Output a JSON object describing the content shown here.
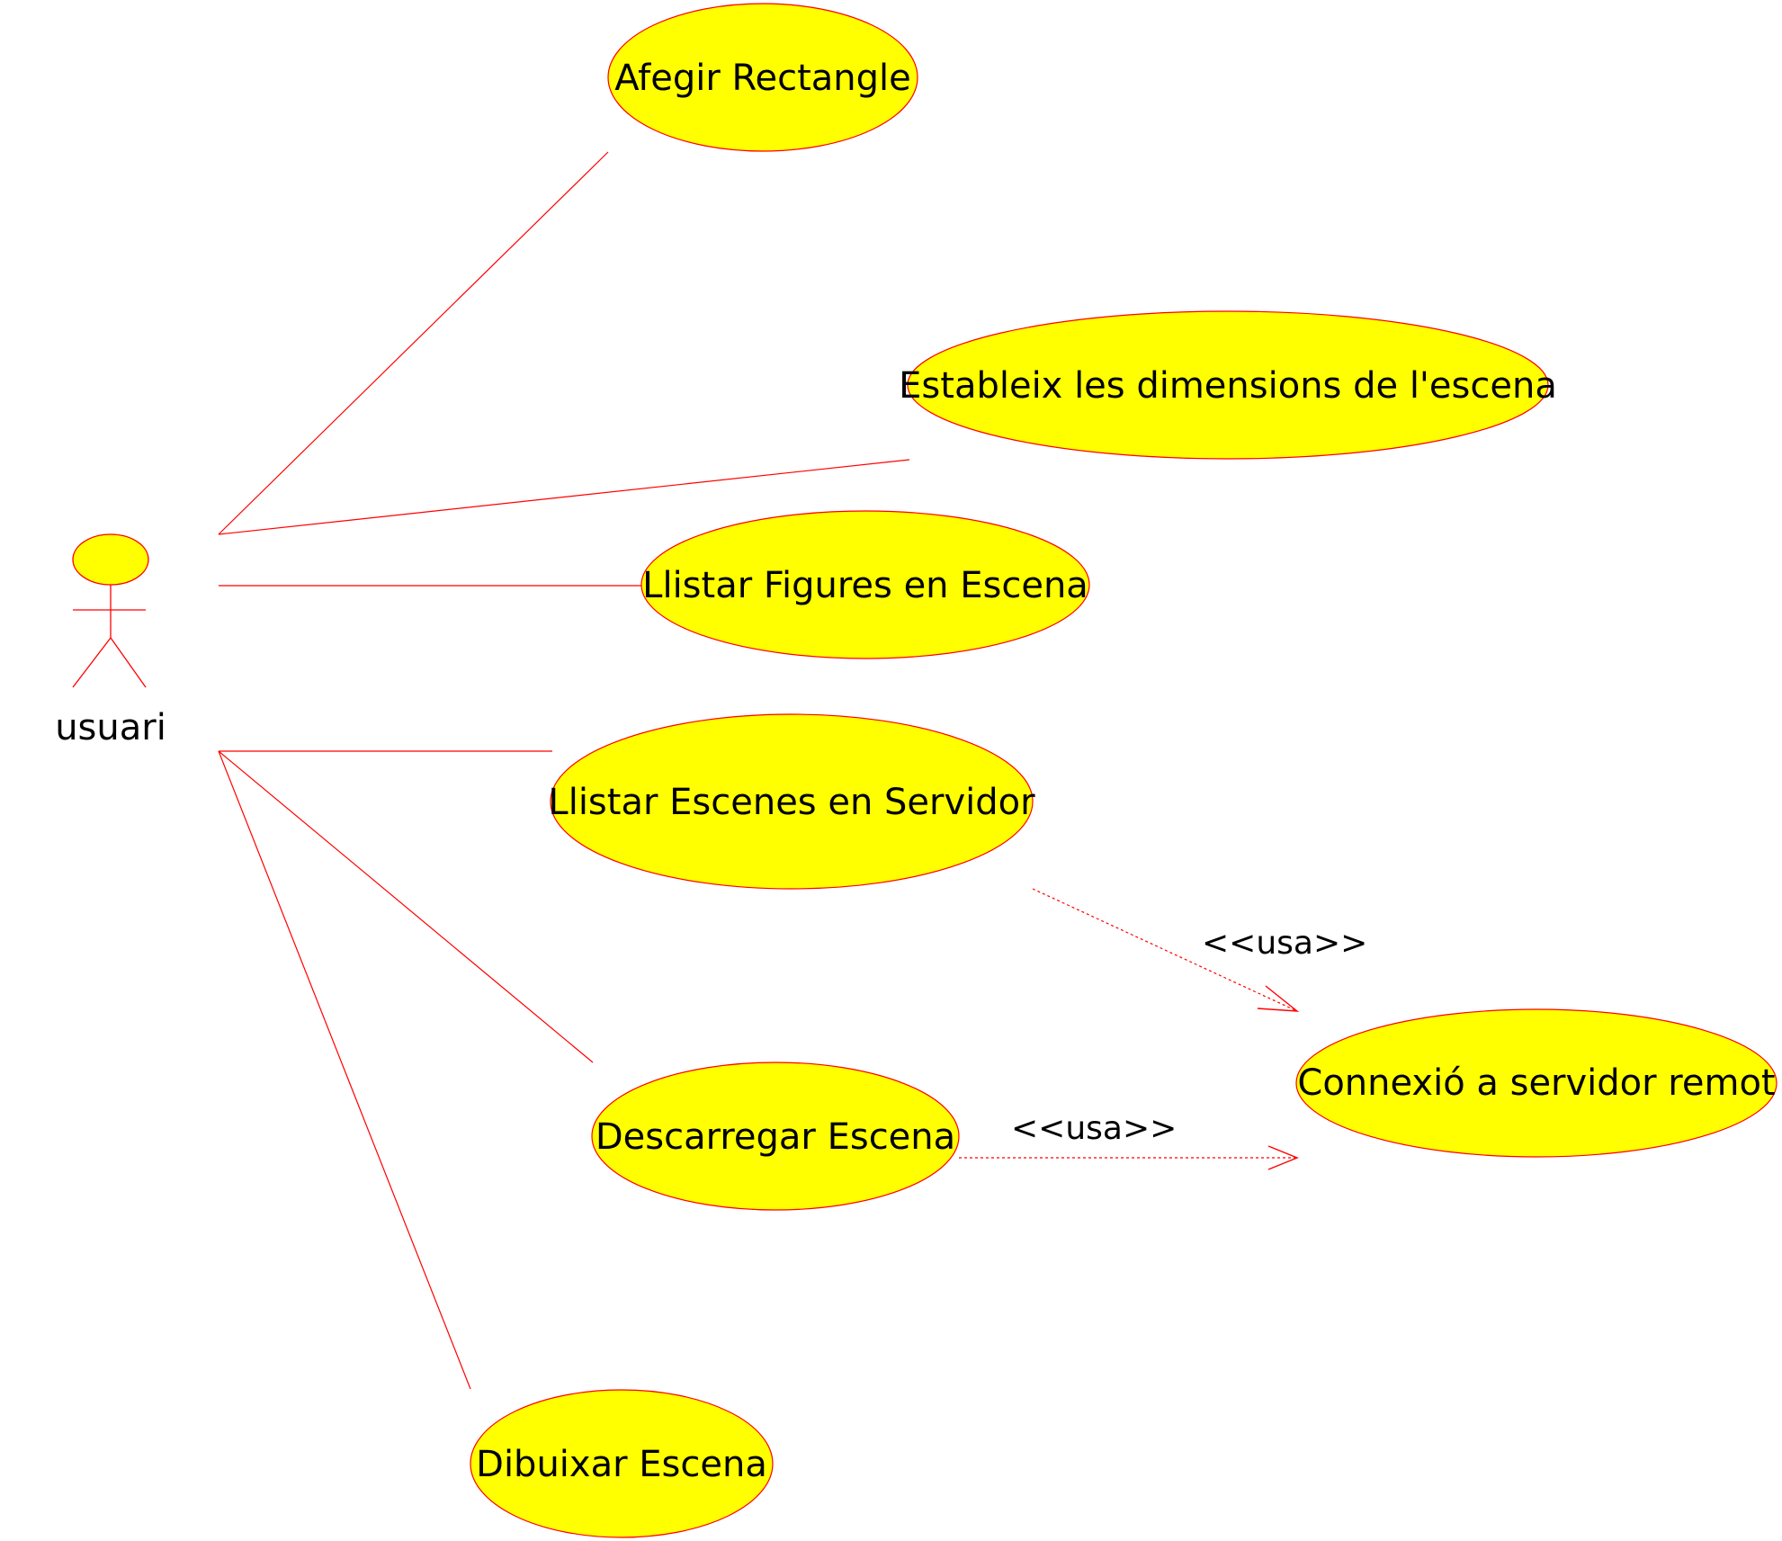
{
  "diagram": {
    "actor": {
      "label": "usuari"
    },
    "use_cases": {
      "afegir_rectangle": "Afegir Rectangle",
      "estableix_dimensions": "Estableix les dimensions de l'escena",
      "llistar_figures": "Llistar Figures en Escena",
      "llistar_escenes": "Llistar Escenes en Servidor",
      "connexio_servidor": "Connexió a servidor remot",
      "descarregar_escena": "Descarregar Escena",
      "dibuixar_escena": "Dibuixar Escena"
    },
    "relations": {
      "uses_1": "<<usa>>",
      "uses_2": "<<usa>>"
    },
    "colors": {
      "use_case_fill": "#ffff00",
      "line": "#ff0000",
      "text": "#000000"
    }
  }
}
